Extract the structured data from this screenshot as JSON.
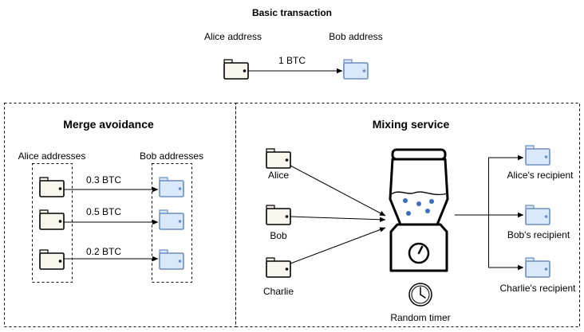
{
  "basic": {
    "title": "Basic transaction",
    "from_label": "Alice address",
    "to_label": "Bob address",
    "amount": "1 BTC"
  },
  "merge": {
    "title": "Merge avoidance",
    "left_group_label": "Alice addresses",
    "right_group_label": "Bob addresses",
    "amounts": [
      "0.3 BTC",
      "0.5 BTC",
      "0.2 BTC"
    ]
  },
  "mixing": {
    "title": "Mixing service",
    "inputs": [
      "Alice",
      "Bob",
      "Charlie"
    ],
    "outputs": [
      "Alice's recipient",
      "Bob's recipient",
      "Charlie's recipient"
    ],
    "timer_label": "Random timer"
  },
  "icons": {
    "sender_wallet": "wallet-icon",
    "recipient_wallet": "wallet-icon",
    "blender": "blender-icon",
    "timer": "clock-icon"
  },
  "colors": {
    "sender_fill": "#f9f7ed",
    "recipient_fill": "#dae8fc",
    "recipient_stroke": "#6c8ebf",
    "blender_dot": "#3a6fc1"
  }
}
